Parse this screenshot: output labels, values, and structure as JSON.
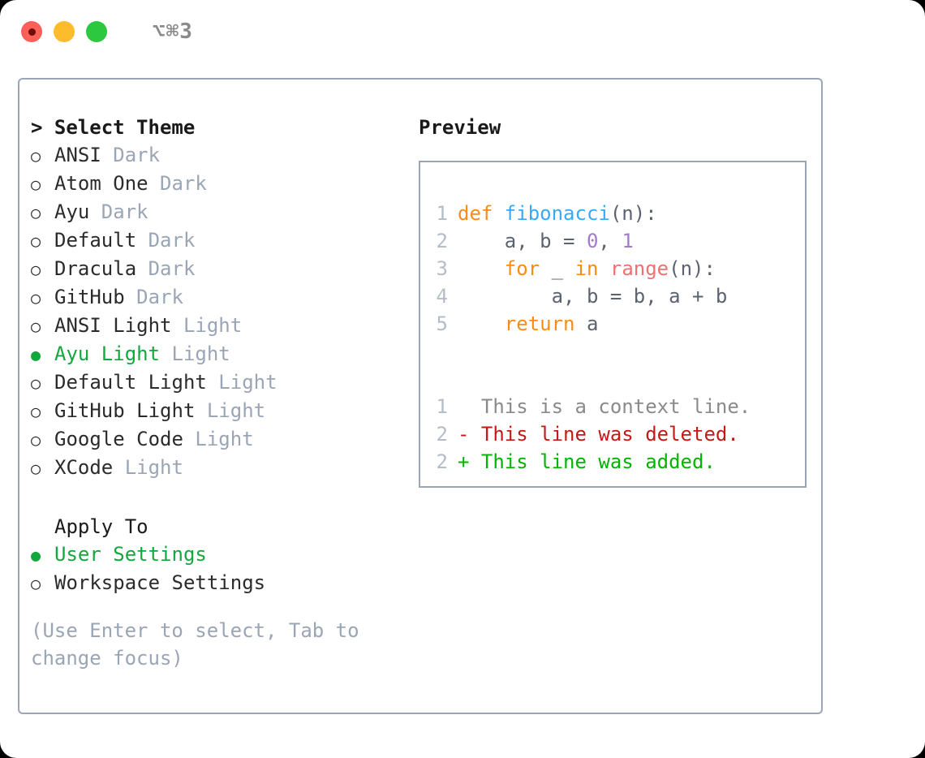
{
  "titlebar": {
    "shortcut": "⌥⌘3",
    "buttons": [
      {
        "name": "close",
        "color": "#fc6058"
      },
      {
        "name": "minimize",
        "color": "#fdbc2c"
      },
      {
        "name": "maximize",
        "color": "#2bc840"
      }
    ]
  },
  "theme_picker": {
    "header": "> Select Theme",
    "items": [
      {
        "bullet": "○",
        "label": "ANSI",
        "badge": "Dark",
        "selected": false
      },
      {
        "bullet": "○",
        "label": "Atom One",
        "badge": "Dark",
        "selected": false
      },
      {
        "bullet": "○",
        "label": "Ayu",
        "badge": "Dark",
        "selected": false
      },
      {
        "bullet": "○",
        "label": "Default",
        "badge": "Dark",
        "selected": false
      },
      {
        "bullet": "○",
        "label": "Dracula",
        "badge": "Dark",
        "selected": false
      },
      {
        "bullet": "○",
        "label": "GitHub",
        "badge": "Dark",
        "selected": false
      },
      {
        "bullet": "○",
        "label": "ANSI Light",
        "badge": "Light",
        "selected": false
      },
      {
        "bullet": "●",
        "label": "Ayu Light",
        "badge": "Light",
        "selected": true
      },
      {
        "bullet": "○",
        "label": "Default Light",
        "badge": "Light",
        "selected": false
      },
      {
        "bullet": "○",
        "label": "GitHub Light",
        "badge": "Light",
        "selected": false
      },
      {
        "bullet": "○",
        "label": "Google Code",
        "badge": "Light",
        "selected": false
      },
      {
        "bullet": "○",
        "label": "XCode",
        "badge": "Light",
        "selected": false
      }
    ]
  },
  "apply_to": {
    "header": "Apply To",
    "items": [
      {
        "bullet": "●",
        "label": "User Settings",
        "selected": true
      },
      {
        "bullet": "○",
        "label": "Workspace Settings",
        "selected": false
      }
    ]
  },
  "hint": "(Use Enter to select, Tab to change focus)",
  "preview": {
    "title": "Preview",
    "code_lines": [
      {
        "number": "1",
        "tokens": [
          {
            "text": "def ",
            "type": "kw"
          },
          {
            "text": "fibonacci",
            "type": "fn"
          },
          {
            "text": "(n):",
            "type": "pn"
          }
        ]
      },
      {
        "number": "2",
        "tokens": [
          {
            "text": "    a, b = ",
            "type": "pn"
          },
          {
            "text": "0",
            "type": "num"
          },
          {
            "text": ", ",
            "type": "pn"
          },
          {
            "text": "1",
            "type": "num"
          }
        ]
      },
      {
        "number": "3",
        "tokens": [
          {
            "text": "    ",
            "type": "pn"
          },
          {
            "text": "for",
            "type": "kw"
          },
          {
            "text": " _ ",
            "type": "pn"
          },
          {
            "text": "in",
            "type": "kw"
          },
          {
            "text": " ",
            "type": "pn"
          },
          {
            "text": "range",
            "type": "call"
          },
          {
            "text": "(n):",
            "type": "pn"
          }
        ]
      },
      {
        "number": "4",
        "tokens": [
          {
            "text": "        a, b = b, a + b",
            "type": "pn"
          }
        ]
      },
      {
        "number": "5",
        "tokens": [
          {
            "text": "    ",
            "type": "pn"
          },
          {
            "text": "return",
            "type": "kw"
          },
          {
            "text": " a",
            "type": "pn"
          }
        ]
      }
    ],
    "diff_lines": [
      {
        "number": "1",
        "marker": " ",
        "text": " This is a context line.",
        "type": "ctx"
      },
      {
        "number": "2",
        "marker": "-",
        "text": " This line was deleted.",
        "type": "del"
      },
      {
        "number": "2",
        "marker": "+",
        "text": " This line was added.",
        "type": "add"
      }
    ]
  },
  "colors": {
    "accent_green": "#12a83c",
    "muted": "#9aa5b5",
    "border": "#9aa5b5",
    "keyword": "#fa8c16",
    "function": "#39a9f5",
    "builtin": "#f07171",
    "number": "#a37acc",
    "diff_deleted": "#c41a16",
    "diff_added": "#00b400"
  }
}
